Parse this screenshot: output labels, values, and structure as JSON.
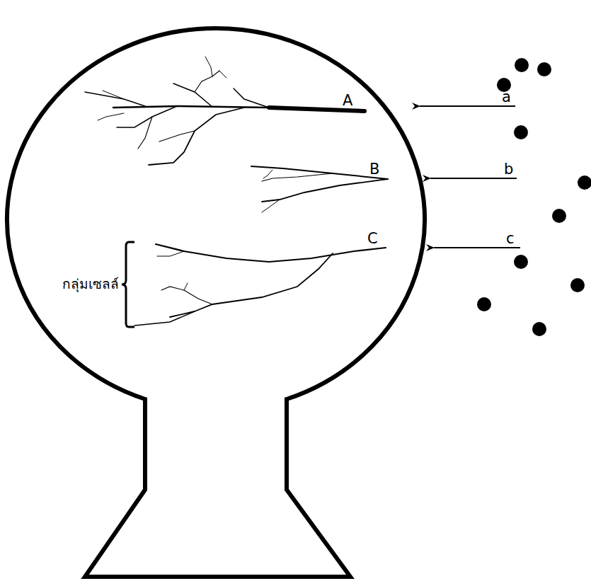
{
  "diagram": {
    "labels": [
      "A",
      "B",
      "C",
      "a",
      "b",
      "c",
      "กลุ่มเซลล์"
    ]
  }
}
